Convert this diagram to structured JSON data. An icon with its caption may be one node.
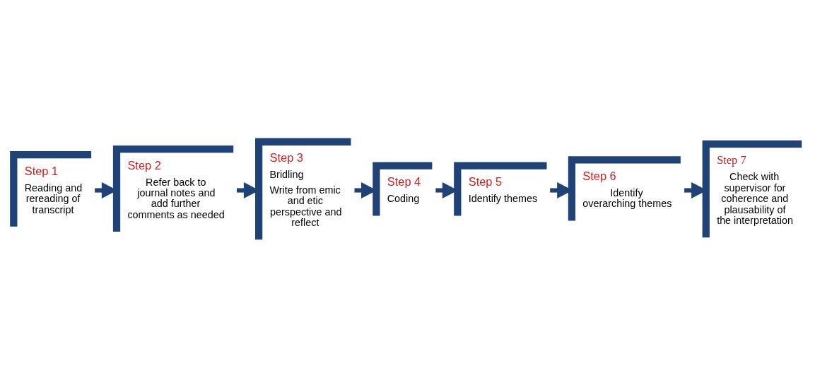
{
  "diagram": {
    "nodes": [
      {
        "text": [
          "Step 1",
          "Reading and rereading of transcript"
        ]
      },
      {
        "text": [
          "Step 2",
          "Refer back to journal notes and add further comments as needed"
        ]
      },
      {
        "text": [
          "Step 3",
          "Bridling",
          "Write from emic and etic perspective and reflect"
        ]
      },
      {
        "text": [
          "Step 4",
          "Coding"
        ]
      },
      {
        "text": [
          "Step 5",
          "Identify themes"
        ]
      },
      {
        "text": [
          "Step 6",
          "Identify overarching themes"
        ]
      },
      {
        "text": [
          "Step 7",
          "Check with supervisor for coherence and plausability of the interpretation"
        ]
      }
    ],
    "edges": [
      {
        "from": 0,
        "to": 1,
        "arrow": "to"
      },
      {
        "from": 1,
        "to": 2,
        "arrow": "to"
      },
      {
        "from": 2,
        "to": 3,
        "arrow": "to"
      },
      {
        "from": 3,
        "to": 4,
        "arrow": "to"
      },
      {
        "from": 4,
        "to": 5,
        "arrow": "to"
      },
      {
        "from": 5,
        "to": 6,
        "arrow": "to"
      }
    ]
  }
}
